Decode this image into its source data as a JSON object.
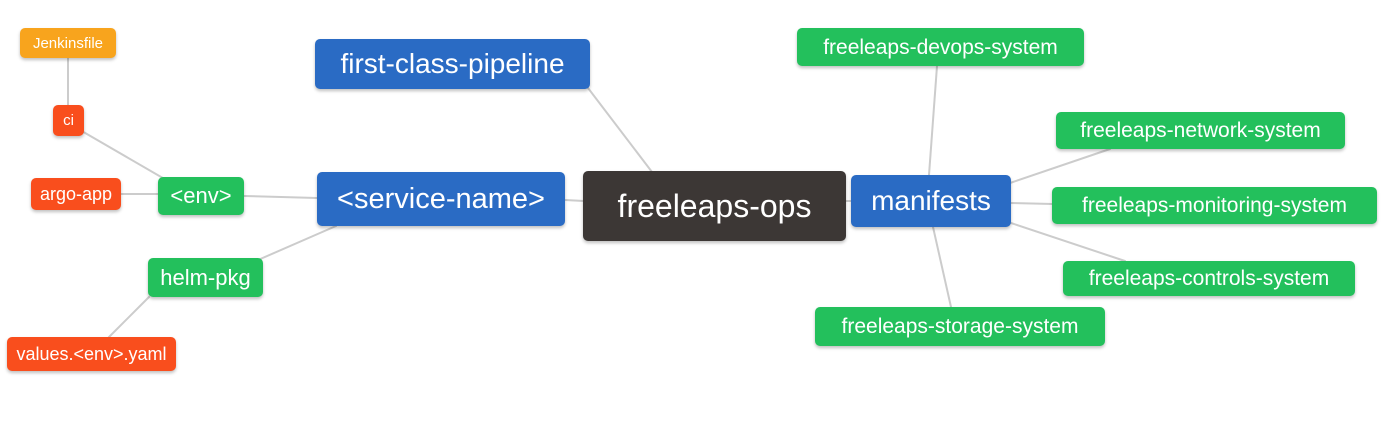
{
  "diagram": {
    "type": "mindmap",
    "background": "#ffffff",
    "edge_color": "#cccccc",
    "palette": {
      "blue": "#2a6bc4",
      "green": "#23c05c",
      "orange": "#f8a41d",
      "red": "#f94e1d",
      "dark": "#3c3735",
      "text": "#ffffff"
    },
    "root_label": "freeleaps-ops",
    "nodes": [
      {
        "id": "jenkinsfile",
        "label": "Jenkinsfile",
        "role": "orange"
      },
      {
        "id": "ci",
        "label": "ci",
        "role": "red"
      },
      {
        "id": "argo-app",
        "label": "argo-app",
        "role": "red"
      },
      {
        "id": "env",
        "label": "<env>",
        "role": "green"
      },
      {
        "id": "helm-pkg",
        "label": "helm-pkg",
        "role": "green"
      },
      {
        "id": "values-env-yaml",
        "label": "values.<env>.yaml",
        "role": "red"
      },
      {
        "id": "first-class-pipeline",
        "label": "first-class-pipeline",
        "role": "blue"
      },
      {
        "id": "service-name",
        "label": "<service-name>",
        "role": "blue"
      },
      {
        "id": "freeleaps-ops",
        "label": "freeleaps-ops",
        "role": "dark"
      },
      {
        "id": "manifests",
        "label": "manifests",
        "role": "blue"
      },
      {
        "id": "freeleaps-devops-system",
        "label": "freeleaps-devops-system",
        "role": "green"
      },
      {
        "id": "freeleaps-network-system",
        "label": "freeleaps-network-system",
        "role": "green"
      },
      {
        "id": "freeleaps-monitoring-system",
        "label": "freeleaps-monitoring-system",
        "role": "green"
      },
      {
        "id": "freeleaps-controls-system",
        "label": "freeleaps-controls-system",
        "role": "green"
      },
      {
        "id": "freeleaps-storage-system",
        "label": "freeleaps-storage-system",
        "role": "green"
      }
    ],
    "edges": [
      {
        "from": "jenkinsfile",
        "to": "ci"
      },
      {
        "from": "ci",
        "to": "env"
      },
      {
        "from": "argo-app",
        "to": "env"
      },
      {
        "from": "env",
        "to": "service-name"
      },
      {
        "from": "service-name",
        "to": "helm-pkg"
      },
      {
        "from": "helm-pkg",
        "to": "values-env-yaml"
      },
      {
        "from": "first-class-pipeline",
        "to": "freeleaps-ops"
      },
      {
        "from": "service-name",
        "to": "freeleaps-ops"
      },
      {
        "from": "freeleaps-ops",
        "to": "manifests"
      },
      {
        "from": "manifests",
        "to": "freeleaps-devops-system"
      },
      {
        "from": "manifests",
        "to": "freeleaps-network-system"
      },
      {
        "from": "manifests",
        "to": "freeleaps-monitoring-system"
      },
      {
        "from": "manifests",
        "to": "freeleaps-controls-system"
      },
      {
        "from": "manifests",
        "to": "freeleaps-storage-system"
      }
    ]
  }
}
